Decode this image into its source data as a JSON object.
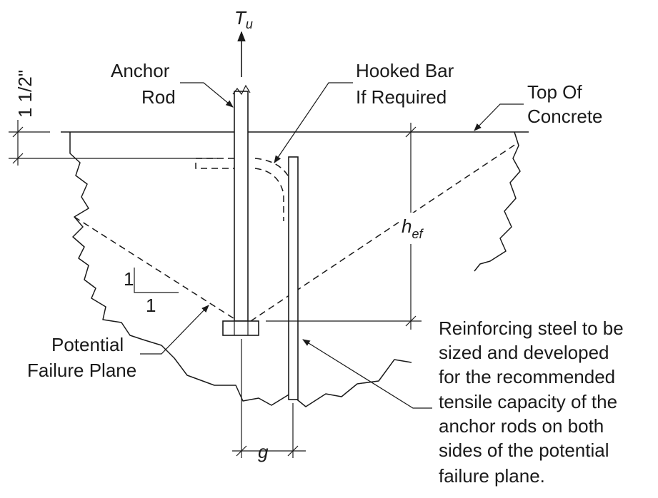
{
  "labels": {
    "tu_main": "T",
    "tu_sub": "u",
    "cover": "1 1/2\"",
    "anchor_rod_1": "Anchor",
    "anchor_rod_2": "Rod",
    "hooked_bar_1": "Hooked Bar",
    "hooked_bar_2": "If Required",
    "top_concrete_1": "Top Of",
    "top_concrete_2": "Concrete",
    "hef_main": "h",
    "hef_sub": "ef",
    "slope_v": "1",
    "slope_h": "1",
    "failure_plane_1": "Potential",
    "failure_plane_2": "Failure Plane",
    "gap": "g",
    "reinforcing_note": [
      "Reinforcing steel to be",
      "sized and developed",
      "for the recommended",
      "tensile capacity of the",
      "anchor rods on both",
      "sides of the potential",
      "failure plane."
    ]
  }
}
